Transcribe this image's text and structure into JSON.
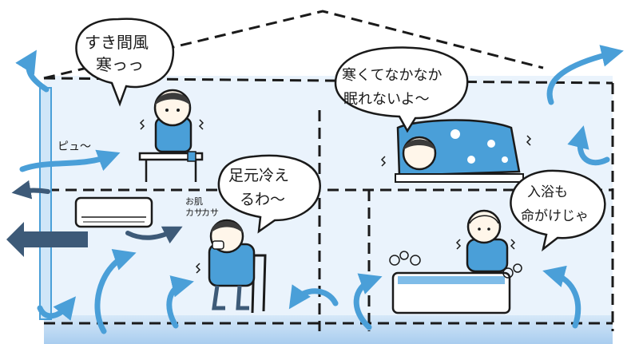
{
  "bubbles": {
    "draft": {
      "line1": "すき間風",
      "line2": "寒っっ"
    },
    "cold_sleep": {
      "line1": "寒くてなかなか",
      "line2": "眠れないよ〜"
    },
    "cold_feet": {
      "line1": "足元冷え",
      "line2": "るわ〜"
    },
    "bath": {
      "line1": "入浴も",
      "line2": "命がけじゃ"
    }
  },
  "sound_effect": "ピュ〜",
  "dry_skin": {
    "line1": "お肌",
    "line2": "カサ",
    "line3": "カサ"
  },
  "colors": {
    "airflow": "#4a9fd8",
    "interior": "#e3f0fb",
    "floor": "#bcd9f2",
    "outline": "#1a1a1a",
    "heavy_arrow": "#3d5a78"
  }
}
